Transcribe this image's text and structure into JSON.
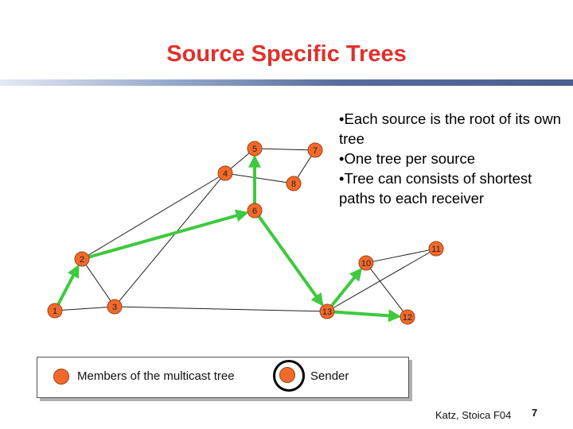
{
  "slide": {
    "title": "Source Specific Trees",
    "page_number": "7",
    "footer": "Katz, Stoica F04"
  },
  "bullets": [
    "•Each source is the root of its own tree",
    "•One tree per source",
    "•Tree can consists of shortest paths to each receiver"
  ],
  "legend": {
    "members_label": "Members of the multicast tree",
    "sender_label": "Sender"
  },
  "nodes": [
    {
      "id": "1",
      "label": "1"
    },
    {
      "id": "2",
      "label": "2"
    },
    {
      "id": "3",
      "label": "3"
    },
    {
      "id": "4",
      "label": "4"
    },
    {
      "id": "5",
      "label": "5"
    },
    {
      "id": "6",
      "label": "6"
    },
    {
      "id": "7",
      "label": "7"
    },
    {
      "id": "8",
      "label": "8"
    },
    {
      "id": "10",
      "label": "10"
    },
    {
      "id": "11",
      "label": "11"
    },
    {
      "id": "12",
      "label": "12"
    },
    {
      "id": "13",
      "label": "13"
    }
  ],
  "colors": {
    "title": "#e0312b",
    "tree_edge": "#3ec93e",
    "node_fill": "#f26a2b",
    "edge": "#202020"
  },
  "sender_node": "1",
  "tree_edges": [
    [
      "1",
      "2"
    ],
    [
      "2",
      "6"
    ],
    [
      "6",
      "5"
    ],
    [
      "6",
      "13"
    ],
    [
      "13",
      "10"
    ],
    [
      "13",
      "12"
    ]
  ],
  "plain_edges": [
    [
      "1",
      "3"
    ],
    [
      "2",
      "3"
    ],
    [
      "2",
      "4"
    ],
    [
      "3",
      "4"
    ],
    [
      "3",
      "13"
    ],
    [
      "4",
      "5"
    ],
    [
      "4",
      "8"
    ],
    [
      "5",
      "7"
    ],
    [
      "7",
      "8"
    ],
    [
      "10",
      "11"
    ],
    [
      "10",
      "12"
    ],
    [
      "11",
      "13"
    ]
  ]
}
